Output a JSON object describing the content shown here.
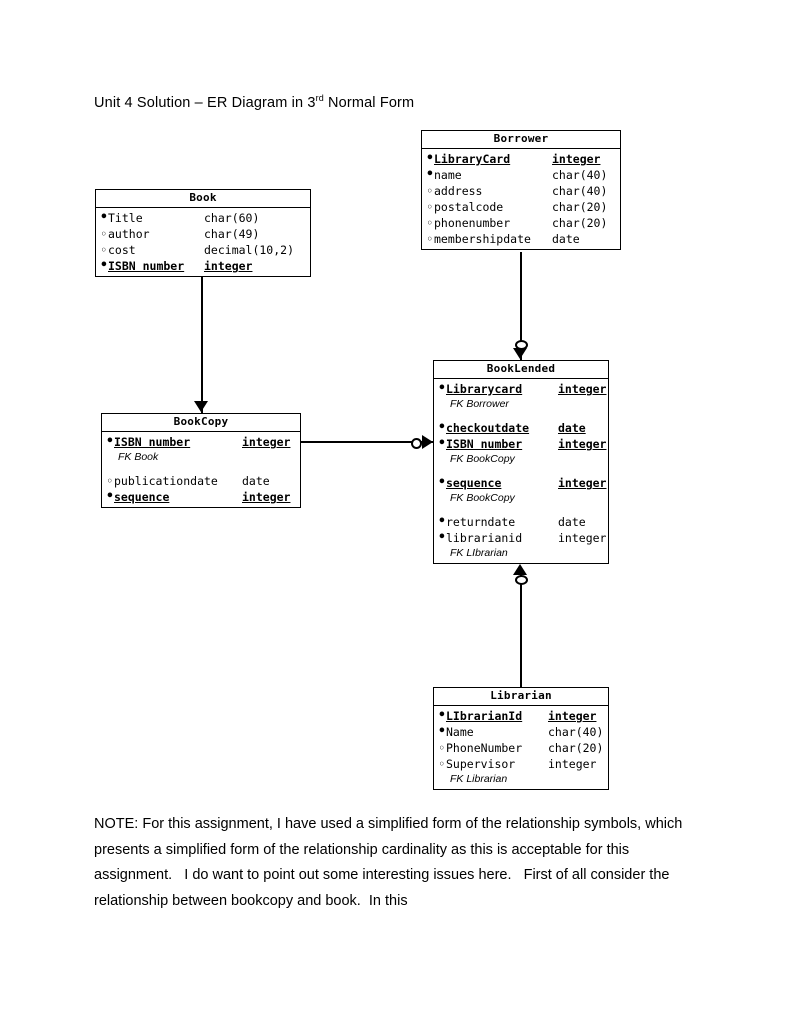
{
  "document": {
    "title_prefix": "Unit 4 Solution – ER Diagram in 3",
    "title_superscript": "rd",
    "title_suffix": " Normal Form",
    "note": "NOTE: For this assignment, I have used a simplified form of the relationship symbols, which presents a simplified form of the relationship cardinality as this is acceptable for this assignment.   I do want to point out some interesting issues here.   First of all consider the relationship between bookcopy and book.  In this"
  },
  "entities": {
    "book": {
      "name": "Book",
      "attributes": [
        {
          "mark": "req",
          "name": "Title",
          "type": "char(60)",
          "pk": false
        },
        {
          "mark": "opt",
          "name": "author",
          "type": "char(49)",
          "pk": false
        },
        {
          "mark": "opt",
          "name": "cost",
          "type": "decimal(10,2)",
          "pk": false
        },
        {
          "mark": "req",
          "name": "ISBN number",
          "type": "integer",
          "pk": true
        }
      ]
    },
    "borrower": {
      "name": "Borrower",
      "attributes": [
        {
          "mark": "req",
          "name": "LibraryCard",
          "type": "integer",
          "pk": true
        },
        {
          "mark": "req",
          "name": "name",
          "type": "char(40)",
          "pk": false
        },
        {
          "mark": "opt",
          "name": "address",
          "type": "char(40)",
          "pk": false
        },
        {
          "mark": "opt",
          "name": "postalcode",
          "type": "char(20)",
          "pk": false
        },
        {
          "mark": "opt",
          "name": "phonenumber",
          "type": "char(20)",
          "pk": false
        },
        {
          "mark": "opt",
          "name": "membershipdate",
          "type": "date",
          "pk": false
        }
      ]
    },
    "bookcopy": {
      "name": "BookCopy",
      "attributes": [
        {
          "mark": "req",
          "name": "ISBN number",
          "type": "integer",
          "pk": true,
          "fk": "FK Book"
        },
        {
          "mark": "opt",
          "name": "publicationdate",
          "type": "date",
          "pk": false
        },
        {
          "mark": "req",
          "name": "sequence",
          "type": "integer",
          "pk": true
        }
      ]
    },
    "booklended": {
      "name": "BookLended",
      "attributes": [
        {
          "mark": "req",
          "name": "Librarycard",
          "type": "integer",
          "pk": true,
          "fk": "FK Borrower"
        },
        {
          "mark": "req",
          "name": "checkoutdate",
          "type": "date",
          "pk": true
        },
        {
          "mark": "req",
          "name": "ISBN number",
          "type": "integer",
          "pk": true,
          "fk": "FK BookCopy"
        },
        {
          "mark": "req",
          "name": "sequence",
          "type": "integer",
          "pk": true,
          "fk": "FK BookCopy"
        },
        {
          "mark": "req",
          "name": "returndate",
          "type": "date",
          "pk": false
        },
        {
          "mark": "req",
          "name": "librarianid",
          "type": "integer",
          "pk": false,
          "fk": "FK LIbrarian"
        }
      ]
    },
    "librarian": {
      "name": "Librarian",
      "attributes": [
        {
          "mark": "req",
          "name": "LIbrarianId",
          "type": "integer",
          "pk": true
        },
        {
          "mark": "req",
          "name": "Name",
          "type": "char(40)",
          "pk": false
        },
        {
          "mark": "opt",
          "name": "PhoneNumber",
          "type": "char(20)",
          "pk": false
        },
        {
          "mark": "opt",
          "name": "Supervisor",
          "type": "integer",
          "pk": false,
          "fk": "FK Librarian"
        }
      ]
    }
  },
  "relationships": [
    {
      "id": "book-bookcopy",
      "from": "Book",
      "to": "BookCopy",
      "to_cardinality": "many"
    },
    {
      "id": "borrower-booklended",
      "from": "Borrower",
      "to": "BookLended",
      "to_cardinality": "zero-or-many"
    },
    {
      "id": "bookcopy-booklended",
      "from": "BookCopy",
      "to": "BookLended",
      "to_cardinality": "zero-or-many"
    },
    {
      "id": "librarian-booklended",
      "from": "Librarian",
      "to": "BookLended",
      "to_cardinality": "zero-or-many"
    }
  ],
  "colors": {
    "line": "#000000",
    "background": "#ffffff",
    "text": "#000000"
  }
}
